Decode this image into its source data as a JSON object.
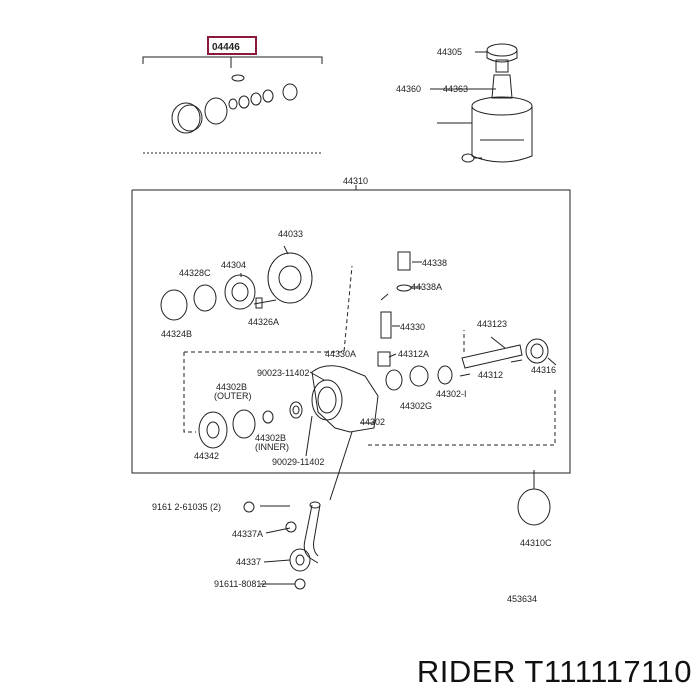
{
  "caption": "RIDER T111117110",
  "kit_label": "04446",
  "diagram_id": "453634",
  "labels": {
    "p44305": "44305",
    "p44360": "44360",
    "p44363": "44363",
    "p44310": "44310",
    "p44033": "44033",
    "p44328c": "44328C",
    "p44304": "44304",
    "p44324b": "44324B",
    "p44326a": "44326A",
    "p44338": "44338",
    "p44338a": "44338A",
    "p44330": "44330",
    "p443123": "443123",
    "p44330a": "44330A",
    "p44312a": "44312A",
    "p44312": "44312",
    "p44316": "44316",
    "p90023": "90023-11402",
    "p44302b_outer": "44302B",
    "p44302b_outer_note": "(OUTER)",
    "p44302g": "44302G",
    "p44302h": "44302-I",
    "p44302": "44302",
    "p44302b_inner": "44302B",
    "p44302b_inner_note": "(INNER)",
    "p44342": "44342",
    "p90029": "90029-11402",
    "p91612": "9161 2-61035 (2)",
    "p44337a": "44337A",
    "p44337": "44337",
    "p91611": "91611-80812",
    "p44310c": "44310C"
  }
}
